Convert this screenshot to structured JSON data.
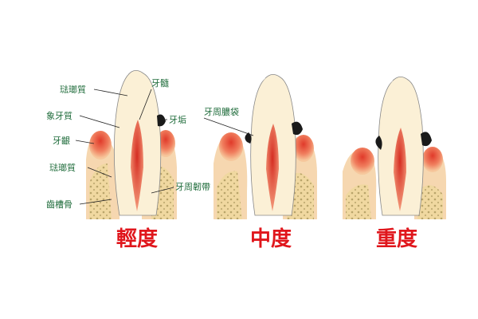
{
  "panels": [
    {
      "caption": "輕度"
    },
    {
      "caption": "中度"
    },
    {
      "caption": "重度"
    }
  ],
  "labels": {
    "enamel": "琺瑯質",
    "ivory": "象牙質",
    "gum": "牙齦",
    "cementum": "琺瑯質",
    "alveolar_bone": "齒槽骨",
    "pulp": "牙髓",
    "tartar": "牙垢",
    "ligament": "牙周韌帶",
    "pocket": "牙周膿袋"
  },
  "colors": {
    "bone": "#f0d8a0",
    "bone_dot": "#b9a46a",
    "tooth": "#fbf0d6",
    "pulp": "#e85a3c",
    "gum": "#f07e5e",
    "gum_dark": "#e03a2a",
    "tartar": "#1a1a1a",
    "label_text": "#1e6b3a",
    "caption_text": "#e0161c"
  }
}
